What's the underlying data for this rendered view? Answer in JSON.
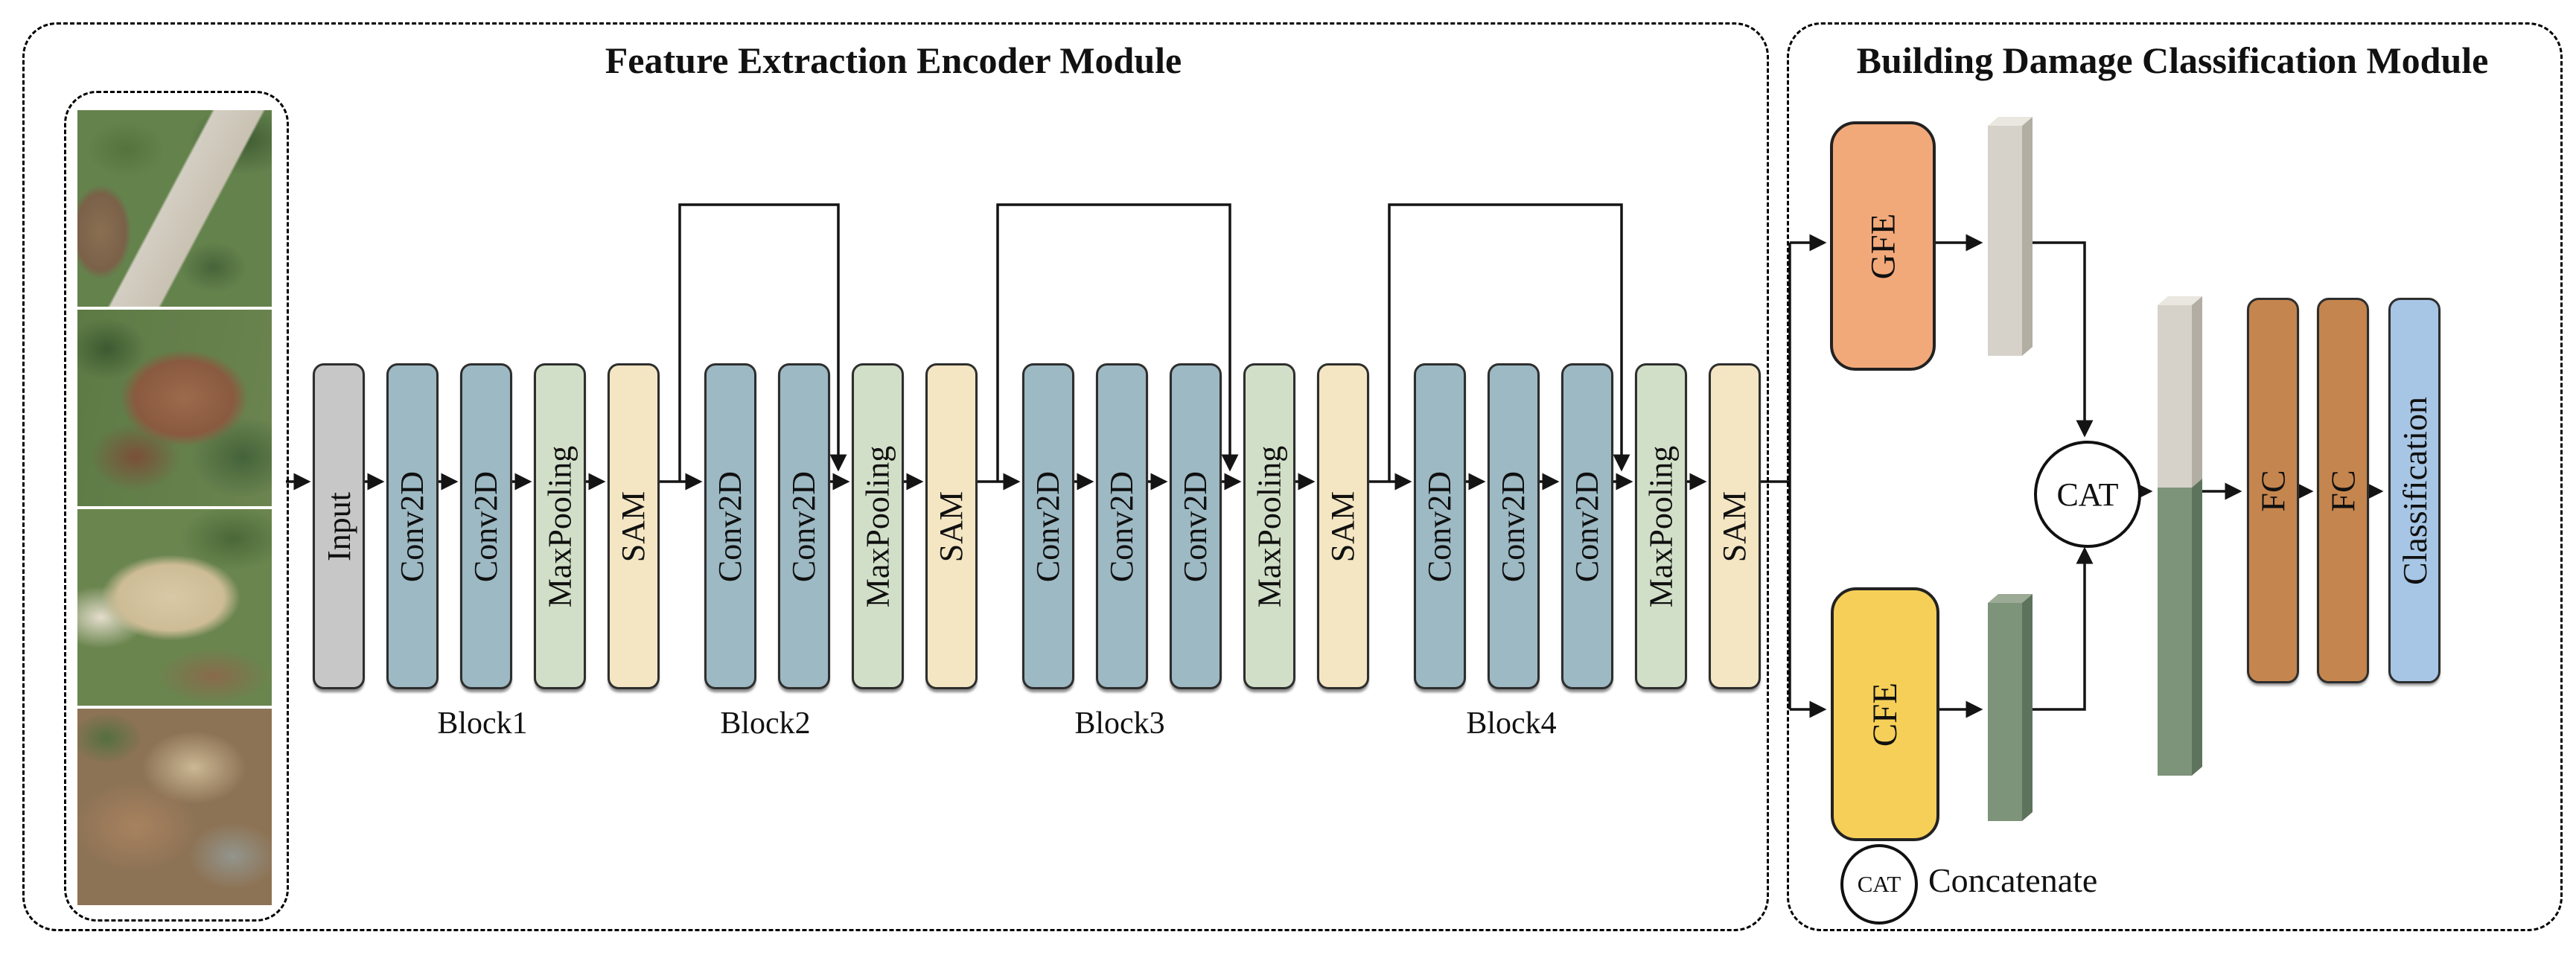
{
  "encoder": {
    "title": "Feature Extraction Encoder Module",
    "input_label": "Input",
    "blocks": [
      {
        "name": "Block1",
        "layers": [
          "Conv2D",
          "Conv2D",
          "MaxPooling",
          "SAM"
        ]
      },
      {
        "name": "Block2",
        "layers": [
          "Conv2D",
          "Conv2D",
          "MaxPooling",
          "SAM"
        ]
      },
      {
        "name": "Block3",
        "layers": [
          "Conv2D",
          "Conv2D",
          "Conv2D",
          "MaxPooling",
          "SAM"
        ]
      },
      {
        "name": "Block4",
        "layers": [
          "Conv2D",
          "Conv2D",
          "Conv2D",
          "MaxPooling",
          "SAM"
        ]
      }
    ]
  },
  "classifier": {
    "title": "Building Damage Classification Module",
    "gfe": "GFE",
    "cfe": "CFE",
    "cat": "CAT",
    "fc1": "FC",
    "fc2": "FC",
    "classification": "Classification",
    "legend_symbol": "CAT",
    "legend_text": "Concatenate"
  },
  "colors": {
    "conv2d": "#9db9c3",
    "maxpooling": "#d2dfc8",
    "sam": "#f4e6c3",
    "input": "#c7c7c7",
    "gfe": "#f2a97a",
    "cfe": "#f6cf58",
    "fc": "#c5854e",
    "classification": "#a7c6e5",
    "global_feature_bar": "#d6d2c9",
    "custom_feature_bar": "#7d937a",
    "line": "#141414"
  }
}
